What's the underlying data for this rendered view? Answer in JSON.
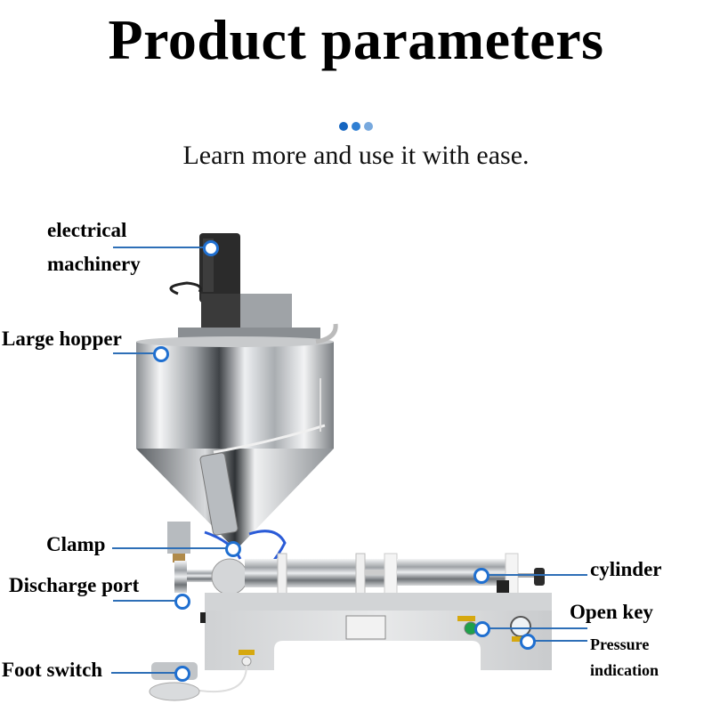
{
  "header": {
    "title": "Product parameters",
    "subtitle": "Learn more and use it with ease.",
    "dot_colors": [
      "#1565c0",
      "#2f7fd3",
      "#78a9de"
    ]
  },
  "callouts": [
    {
      "id": "electrical-machinery",
      "lines": [
        "electrical",
        "machinery"
      ]
    },
    {
      "id": "large-hopper",
      "label": "Large hopper"
    },
    {
      "id": "clamp",
      "label": "Clamp"
    },
    {
      "id": "discharge-port",
      "label": "Discharge port"
    },
    {
      "id": "foot-switch",
      "label": "Foot switch"
    },
    {
      "id": "cylinder",
      "label": "cylinder"
    },
    {
      "id": "open-key",
      "label": "Open key"
    },
    {
      "id": "pressure-indication",
      "lines": [
        "Pressure",
        "indication"
      ]
    }
  ],
  "colors": {
    "leader_line": "#2e6fb7",
    "marker_ring": "#1f6fd0",
    "steel_light": "#e6e8ea",
    "steel_dark": "#6c7074",
    "motor": "#2b2b2b",
    "base_panel": "#d9dbdd",
    "open_key_green": "#1fa04a",
    "tube_blue": "#2a5bd7"
  }
}
